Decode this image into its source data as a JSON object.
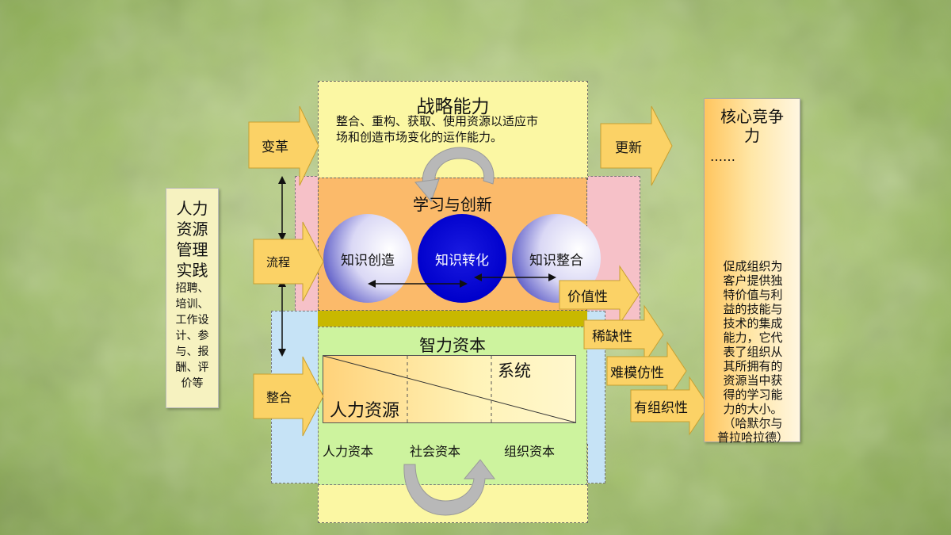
{
  "strategic": {
    "title": "战略能力",
    "desc": "整合、重构、获取、使用资源以适应市\n场和创造市场变化的运作能力。"
  },
  "learning": {
    "title": "学习与创新",
    "circles": [
      "知识创造",
      "知识转化",
      "知识整合"
    ]
  },
  "intellectual": {
    "title": "智力资本",
    "system": "系统",
    "human_resources": "人力资源",
    "capitals": [
      "人力资本",
      "社会资本",
      "组织资本"
    ]
  },
  "hr_practice": {
    "title": "人力\n资源\n管理\n实践",
    "desc": "招聘、\n培训、\n工作设\n计、参\n与、报\n酬、评\n价等"
  },
  "left_arrows": [
    "变革",
    "流程",
    "整合"
  ],
  "right_arrow": "更新",
  "attributes": [
    "价值性",
    "稀缺性",
    "难模仿性",
    "有组织性"
  ],
  "core": {
    "title": "核心竞争\n力",
    "dots": "……",
    "desc": "促成组织为\n客户提供独\n特价值与利\n益的技能与\n技术的集成\n能力，它代\n表了组织从\n其所拥有的\n资源当中获\n得的学习能\n力的大小。\n（哈默尔与\n普拉哈拉德）"
  },
  "colors": {
    "arrow_fill": "#fbd266",
    "circle_blue": "#0000cc",
    "top_box": "#fbf7a3",
    "learn_box": "#fbba6a",
    "green_box": "#cdf39e"
  }
}
